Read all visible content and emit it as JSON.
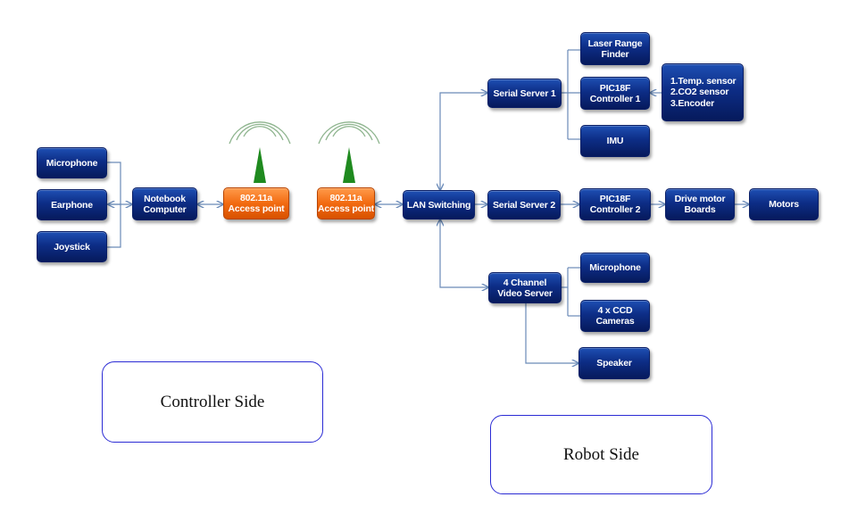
{
  "controller": {
    "microphone": "Microphone",
    "earphone": "Earphone",
    "joystick": "Joystick",
    "notebook": "Notebook\nComputer",
    "ap_left": "802.11a\nAccess point"
  },
  "robot": {
    "ap_right": "802.11a\nAccess point",
    "lan": "LAN Switching",
    "serial1": "Serial Server 1",
    "serial2": "Serial Server 2",
    "laser": "Laser Range\nFinder",
    "pic1": "PIC18F\nController 1",
    "sensors": "1.Temp. sensor\n2.CO2 sensor\n3.Encoder",
    "imu": "IMU",
    "pic2": "PIC18F\nController 2",
    "drive": "Drive motor\nBoards",
    "motors": "Motors",
    "video": "4 Channel\nVideo Server",
    "robot_mic": "Microphone",
    "cameras": "4 x CCD\nCameras",
    "speaker": "Speaker"
  },
  "labels": {
    "controller_side": "Controller Side",
    "robot_side": "Robot Side"
  },
  "colors": {
    "node_blue": "#0d2d86",
    "access_point_orange": "#f26a10",
    "antenna_green": "#1f8a1f",
    "connector": "#6a8ab8"
  }
}
